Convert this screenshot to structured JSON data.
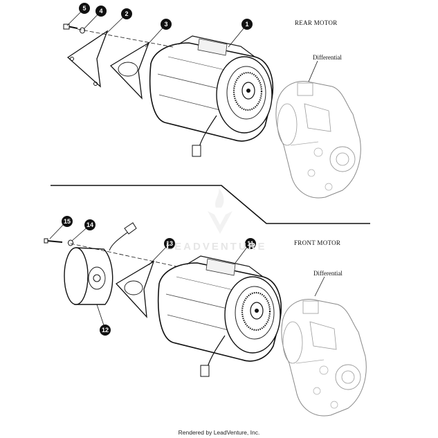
{
  "sections": {
    "rear": "REAR MOTOR",
    "front": "FRONT MOTOR"
  },
  "labels": {
    "differential_rear": "Differential",
    "differential_front": "Differential"
  },
  "callouts": [
    "1",
    "2",
    "3",
    "4",
    "5",
    "11",
    "12",
    "13",
    "14",
    "15"
  ],
  "watermark": "LEADVENTURE",
  "footer": "Rendered by LeadVenture, Inc."
}
